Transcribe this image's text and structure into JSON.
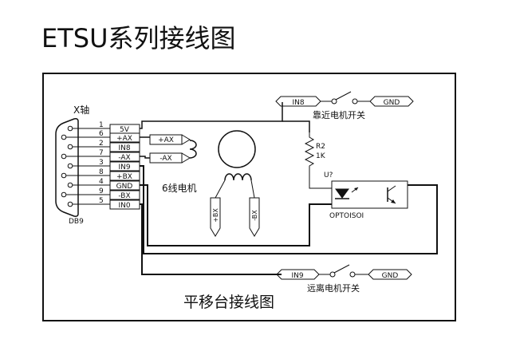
{
  "title": "ETSU系列接线图",
  "connector": {
    "axis_label": "X轴",
    "name": "DB9",
    "pins": [
      {
        "num": "1",
        "signal": "5V"
      },
      {
        "num": "6",
        "signal": "+AX"
      },
      {
        "num": "2",
        "signal": "IN8"
      },
      {
        "num": "7",
        "signal": "-AX"
      },
      {
        "num": "3",
        "signal": "IN9"
      },
      {
        "num": "8",
        "signal": "+BX"
      },
      {
        "num": "4",
        "signal": "GND"
      },
      {
        "num": "9",
        "signal": "-BX"
      },
      {
        "num": "5",
        "signal": "IN0"
      }
    ]
  },
  "motor": {
    "label": "6线电机",
    "coil_a_plus": "+AX",
    "coil_a_minus": "-AX",
    "coil_b_plus": "+BX",
    "coil_b_minus": "-BX"
  },
  "switch_near": {
    "in": "IN8",
    "gnd": "GND",
    "label": "靠近电机开关"
  },
  "switch_far": {
    "in": "IN9",
    "gnd": "GND",
    "label": "远离电机开关"
  },
  "resistor": {
    "name": "R2",
    "value": "1K"
  },
  "optocoupler": {
    "ref": "U?",
    "name": "OPTOISOI"
  },
  "stage_label": "平移台接线图"
}
